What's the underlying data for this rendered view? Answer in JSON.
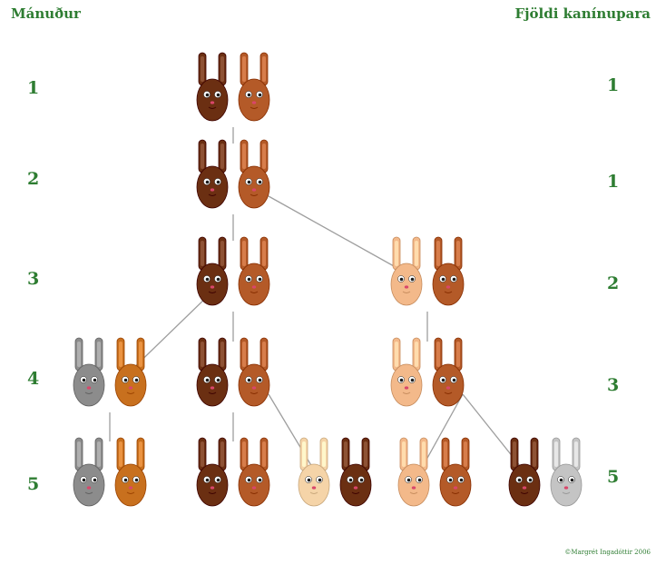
{
  "header": {
    "left": "Mánuður",
    "right": "Fjöldi kanínupara"
  },
  "rows": [
    {
      "month": "1",
      "pairs": "1"
    },
    {
      "month": "2",
      "pairs": "1"
    },
    {
      "month": "3",
      "pairs": "2"
    },
    {
      "month": "4",
      "pairs": "3"
    },
    {
      "month": "5",
      "pairs": "5"
    }
  ],
  "credit": "©Margrét Ingadóttir 2006",
  "colors": {
    "text_green": "#2e7d32",
    "line": "#9e9e9e",
    "dark_brown": "#6b2f12",
    "medium_brown": "#b45a28",
    "orange_brown": "#c8701e",
    "peach": "#f3b98a",
    "cream": "#f5d4a8",
    "gray": "#8c8c8c",
    "light_gray": "#c4c4c4"
  },
  "pairs": [
    {
      "month": 1,
      "rabbits": [
        "dark_brown",
        "medium_brown"
      ]
    },
    {
      "month": 2,
      "rabbits": [
        "dark_brown",
        "medium_brown"
      ]
    },
    {
      "month": 3,
      "rabbits": [
        "dark_brown",
        "medium_brown"
      ]
    },
    {
      "month": 3,
      "rabbits": [
        "peach",
        "medium_brown"
      ]
    },
    {
      "month": 4,
      "rabbits": [
        "gray",
        "orange_brown"
      ]
    },
    {
      "month": 4,
      "rabbits": [
        "dark_brown",
        "medium_brown"
      ]
    },
    {
      "month": 4,
      "rabbits": [
        "peach",
        "medium_brown"
      ]
    },
    {
      "month": 5,
      "rabbits": [
        "gray",
        "orange_brown"
      ]
    },
    {
      "month": 5,
      "rabbits": [
        "dark_brown",
        "medium_brown"
      ]
    },
    {
      "month": 5,
      "rabbits": [
        "cream",
        "dark_brown"
      ]
    },
    {
      "month": 5,
      "rabbits": [
        "peach",
        "medium_brown"
      ]
    },
    {
      "month": 5,
      "rabbits": [
        "dark_brown",
        "light_gray"
      ]
    }
  ],
  "edges": [
    {
      "from": 0,
      "to": 1
    },
    {
      "from": 1,
      "to": 2
    },
    {
      "from": 1,
      "to": 3
    },
    {
      "from": 2,
      "to": 4
    },
    {
      "from": 2,
      "to": 5
    },
    {
      "from": 3,
      "to": 6
    },
    {
      "from": 4,
      "to": 7
    },
    {
      "from": 5,
      "to": 8
    },
    {
      "from": 5,
      "to": 9
    },
    {
      "from": 6,
      "to": 10
    },
    {
      "from": 6,
      "to": 11
    }
  ]
}
